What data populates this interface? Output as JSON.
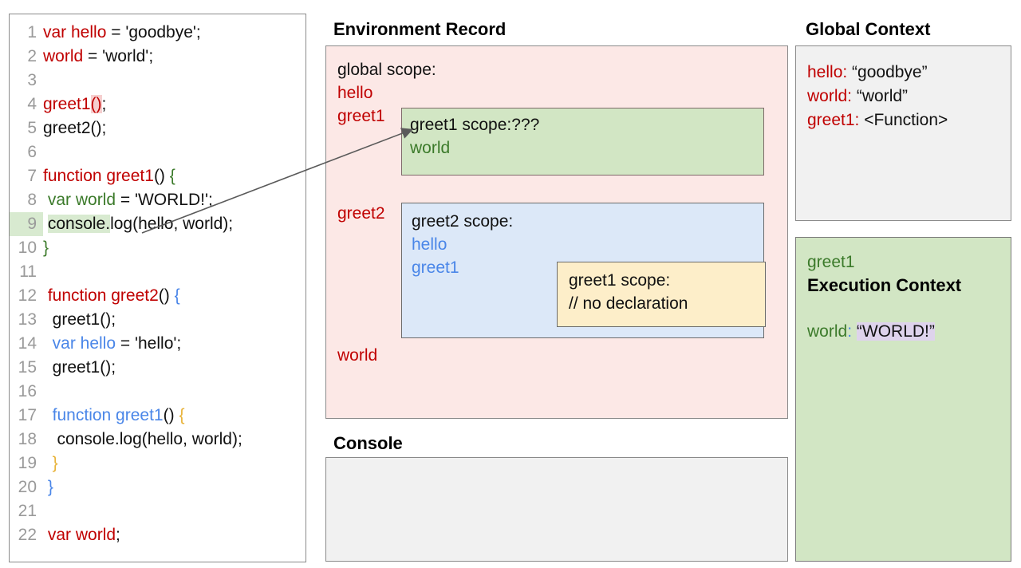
{
  "code_panel": {
    "lines": [
      {
        "n": "1",
        "segments": [
          {
            "t": "var hello",
            "c": "red"
          },
          {
            "t": " = 'goodbye';",
            "c": "plain"
          }
        ]
      },
      {
        "n": "2",
        "segments": [
          {
            "t": "world",
            "c": "red"
          },
          {
            "t": " = 'world';",
            "c": "plain"
          }
        ]
      },
      {
        "n": "3",
        "segments": []
      },
      {
        "n": "4",
        "segments": [
          {
            "t": "greet1",
            "c": "red"
          },
          {
            "t": "()",
            "c": "red",
            "hl": "pink"
          },
          {
            "t": ";",
            "c": "plain"
          }
        ]
      },
      {
        "n": "5",
        "segments": [
          {
            "t": "greet2();",
            "c": "plain"
          }
        ]
      },
      {
        "n": "6",
        "segments": []
      },
      {
        "n": "7",
        "segments": [
          {
            "t": "function greet1",
            "c": "red"
          },
          {
            "t": "() ",
            "c": "plain"
          },
          {
            "t": "{",
            "c": "green"
          }
        ]
      },
      {
        "n": "8",
        "segments": [
          {
            "t": " ",
            "c": "plain"
          },
          {
            "t": "var world",
            "c": "green"
          },
          {
            "t": " = 'WORLD!';",
            "c": "plain"
          }
        ]
      },
      {
        "n": "9",
        "segments": [
          {
            "t": " ",
            "c": "plain"
          },
          {
            "t": "console.",
            "c": "plain",
            "hl": "green"
          },
          {
            "t": "log(hello, world);",
            "c": "plain"
          }
        ],
        "ln_hl": "green"
      },
      {
        "n": "10",
        "segments": [
          {
            "t": "}",
            "c": "green"
          }
        ]
      },
      {
        "n": "11",
        "segments": []
      },
      {
        "n": "12",
        "segments": [
          {
            "t": " ",
            "c": "plain"
          },
          {
            "t": "function greet2",
            "c": "red"
          },
          {
            "t": "() ",
            "c": "plain"
          },
          {
            "t": "{",
            "c": "blue"
          }
        ]
      },
      {
        "n": "13",
        "segments": [
          {
            "t": "  greet1();",
            "c": "plain"
          }
        ]
      },
      {
        "n": "14",
        "segments": [
          {
            "t": "  ",
            "c": "plain"
          },
          {
            "t": "var hello",
            "c": "blue"
          },
          {
            "t": " = 'hello';",
            "c": "plain"
          }
        ]
      },
      {
        "n": "15",
        "segments": [
          {
            "t": "  greet1();",
            "c": "plain"
          }
        ]
      },
      {
        "n": "16",
        "segments": []
      },
      {
        "n": "17",
        "segments": [
          {
            "t": "  ",
            "c": "plain"
          },
          {
            "t": "function greet1",
            "c": "blue"
          },
          {
            "t": "() ",
            "c": "plain"
          },
          {
            "t": "{",
            "c": "gold"
          }
        ]
      },
      {
        "n": "18",
        "segments": [
          {
            "t": "   console.log(hello, world);",
            "c": "plain"
          }
        ]
      },
      {
        "n": "19",
        "segments": [
          {
            "t": "  ",
            "c": "plain"
          },
          {
            "t": "}",
            "c": "gold"
          }
        ]
      },
      {
        "n": "20",
        "segments": [
          {
            "t": " ",
            "c": "plain"
          },
          {
            "t": "}",
            "c": "blue"
          }
        ]
      },
      {
        "n": "21",
        "segments": []
      },
      {
        "n": "22",
        "segments": [
          {
            "t": " ",
            "c": "plain"
          },
          {
            "t": "var world",
            "c": "red"
          },
          {
            "t": ";",
            "c": "plain"
          }
        ]
      }
    ]
  },
  "environment_record": {
    "title": "Environment Record",
    "global_scope_label": "global scope:",
    "global_bindings": [
      "hello",
      "greet1",
      "greet2",
      "world"
    ],
    "greet1_scope": {
      "header_label": "greet1 scope:",
      "header_unknown": "???",
      "bindings": [
        "world"
      ]
    },
    "greet2_scope": {
      "header_label": "greet2 scope:",
      "bindings": [
        "hello",
        "greet1"
      ],
      "inner_greet1_scope": {
        "header_label": "greet1 scope:",
        "comment": "// no declaration"
      }
    }
  },
  "console": {
    "title": "Console",
    "output_lines": []
  },
  "global_context": {
    "title": "Global Context",
    "entries": [
      {
        "key": "hello",
        "sep": ": ",
        "value": "“goodbye”"
      },
      {
        "key": "world",
        "sep": ": ",
        "value": "“world”"
      },
      {
        "key": "greet1",
        "sep": ": ",
        "value": "<Function>"
      }
    ]
  },
  "execution_context": {
    "name": "greet1",
    "heading": "Execution Context",
    "variable": {
      "key": "world",
      "sep": ":",
      "value": "“WORLD!”"
    }
  },
  "colors": {
    "red": "#c00000",
    "green": "#3b7a2a",
    "blue": "#4a86e8",
    "gold": "#e8b33a",
    "env_bg": "#fce8e6",
    "greet1_scope_bg": "#d2e6c4",
    "greet2_scope_bg": "#dce8f8",
    "inner_scope_bg": "#fdeec9",
    "console_bg": "#f1f1f1",
    "global_bg": "#f1f1f1",
    "exec_bg": "#d2e6c4",
    "highlight_pink": "#f6cfcf",
    "highlight_green": "#d8ead0",
    "highlight_purple": "#ded3ec"
  }
}
